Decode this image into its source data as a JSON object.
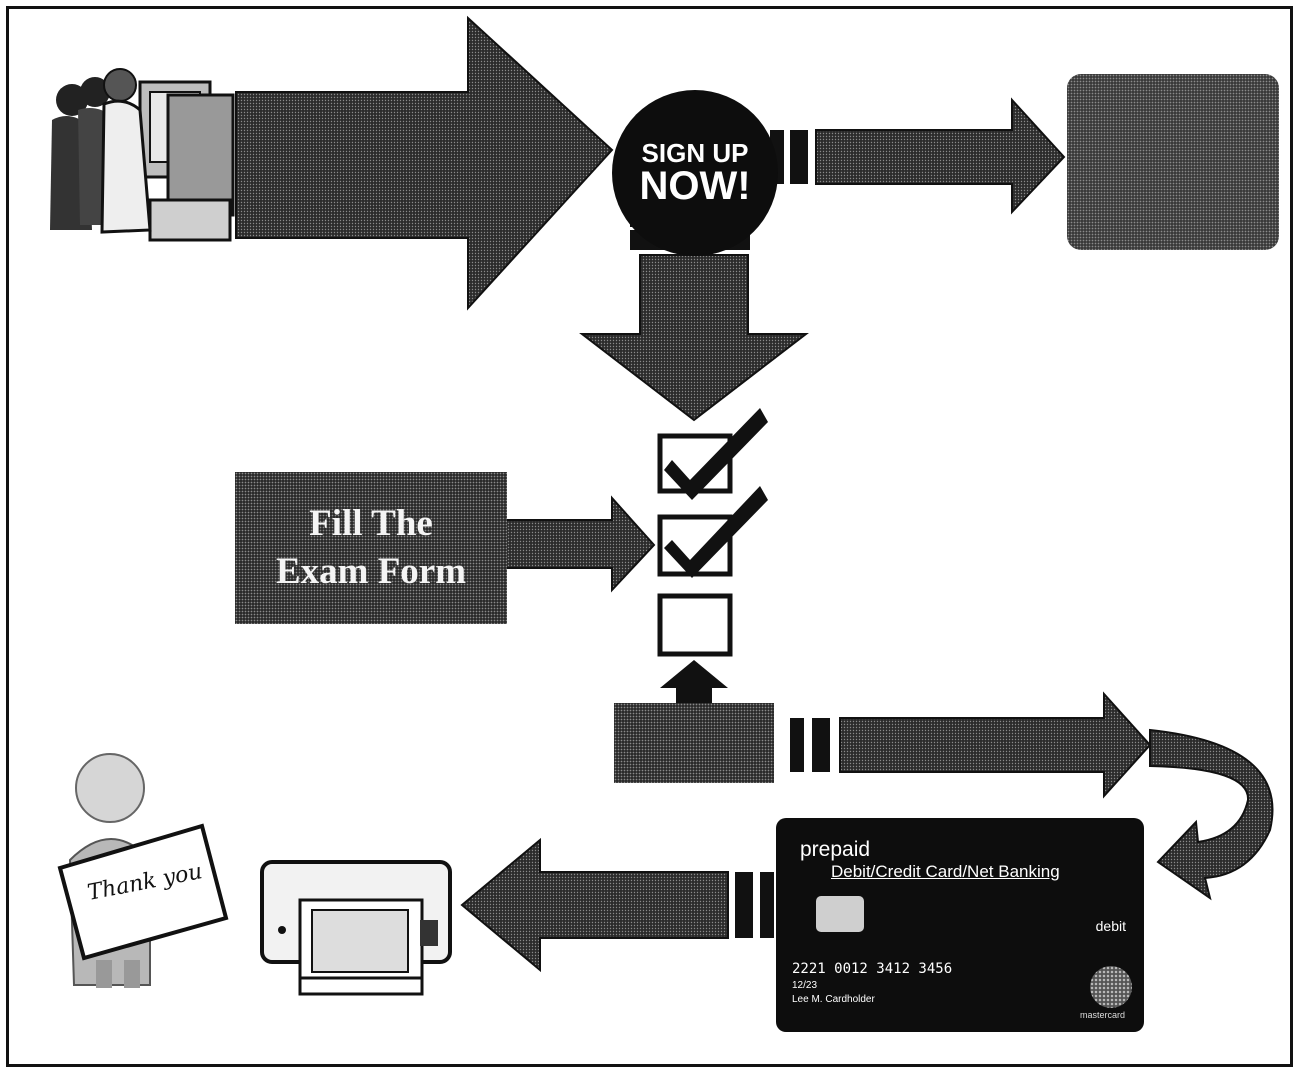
{
  "steps": {
    "fill_form": "Fill The\nExam Form"
  },
  "signup": {
    "line1": "SIGN UP",
    "line2": "NOW!"
  },
  "card": {
    "type_label": "prepaid",
    "payment_methods": "Debit/Credit Card/Net Banking",
    "debit_label": "debit",
    "number": "2221 0012 3412 3456",
    "expiry": "12/23",
    "holder": "Lee M. Cardholder",
    "brand": "mastercard"
  },
  "thank_you": "Thank you",
  "colors": {
    "frame": "#111111",
    "shape_dark": "#1a1a1a",
    "card": "#0d0d0d"
  }
}
